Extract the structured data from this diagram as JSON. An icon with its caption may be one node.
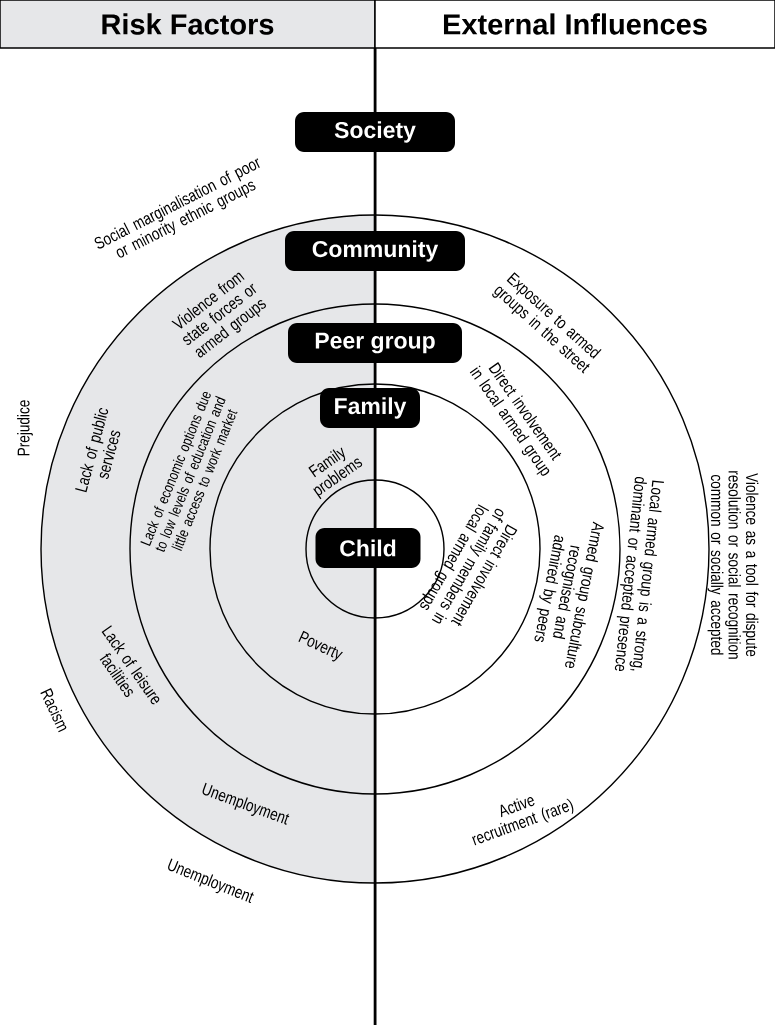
{
  "diagram": {
    "nodes": [
      {
        "text": [
          "Risk Factors"
        ]
      },
      {
        "text": [
          "External Influences"
        ]
      },
      {
        "text": [
          "Society"
        ]
      },
      {
        "text": [
          "Community"
        ]
      },
      {
        "text": [
          "Peer group"
        ]
      },
      {
        "text": [
          "Family"
        ]
      },
      {
        "text": [
          "Child"
        ]
      }
    ],
    "labels": [
      "Social marginalisation of poor or minority ethnic groups",
      "Violence from state forces or armed groups",
      "Exposure to armed groups in the street",
      "Direct involvement in local armed group",
      "Prejudice",
      "Lack of public services",
      "Lack of economic options due to low levels of education and little access to work market",
      "Family problems",
      "Violence as a tool for dispute resolution or social recognition common or socially accepted",
      "Local armed group is a strong, dominant or accepted presence",
      "Armed group subculture recognised and admired by peers",
      "Direct involvement of family members in local armed groups",
      "Poverty",
      "Lack of leisure facilities",
      "Racism",
      "Unemployment",
      "Active recruitment (rare)",
      "Unemployment"
    ]
  }
}
